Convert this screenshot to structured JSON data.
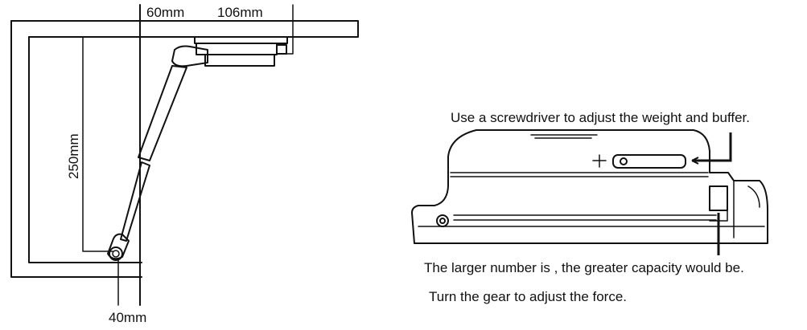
{
  "left_diagram": {
    "dim_top_left": "60mm",
    "dim_top_right": "106mm",
    "dim_vertical": "250mm",
    "dim_bottom": "40mm"
  },
  "right_diagram": {
    "note_screwdriver": "Use a screwdriver to adjust the weight and buffer.",
    "note_capacity": "The larger number is , the greater capacity would be.",
    "note_gear": "Turn the gear to adjust the force."
  }
}
